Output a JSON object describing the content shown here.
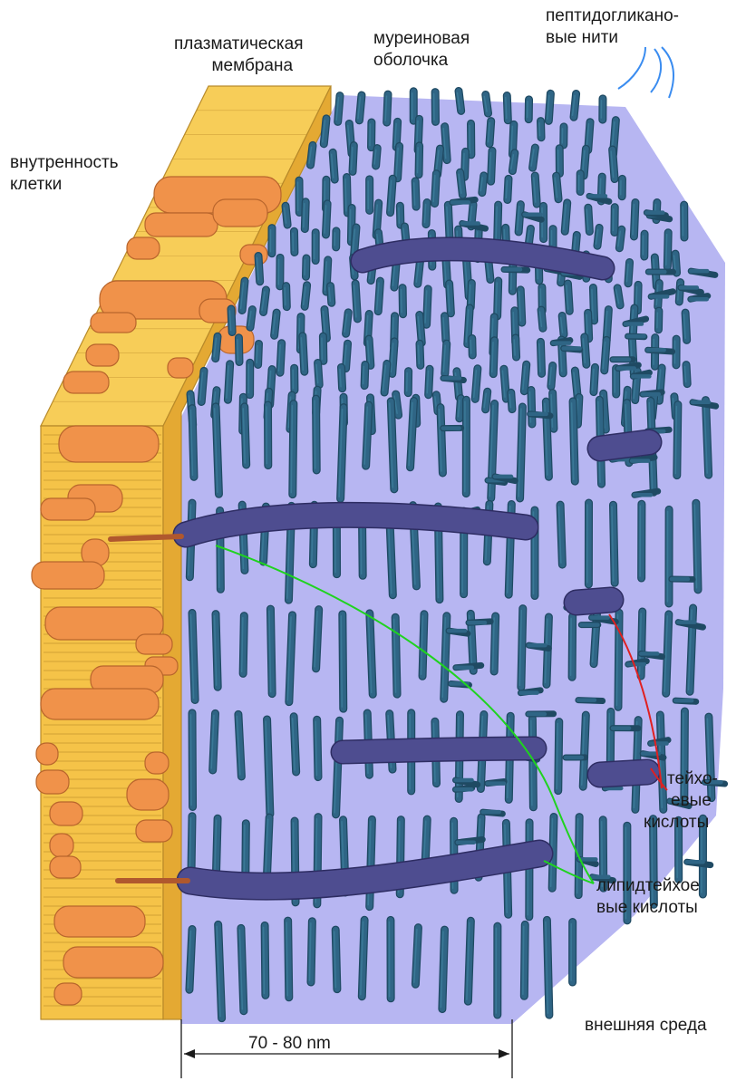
{
  "labels": {
    "inner": [
      "внутренность",
      "клетки"
    ],
    "membrane": [
      "плазматическая",
      "мембрана"
    ],
    "murein": [
      "муреиновая",
      "оболочка"
    ],
    "peptido": [
      "пептидогликано-",
      "вые нити"
    ],
    "teichoic": [
      "тейхо-",
      "евые",
      "кислоты"
    ],
    "lipoteichoic": [
      "липидтейхое",
      "вые кислоты"
    ],
    "outside": "внешняя среда",
    "scale": "70 - 80 nm"
  },
  "colors": {
    "membrane_face": "#f5c348",
    "membrane_side": "#e4a933",
    "membrane_lines": "#b88a2a",
    "protein": "#f0924a",
    "protein_stroke": "#b8652c",
    "wall": "#b7b6f2",
    "fiber": "#2f6585",
    "fiber_dark": "#1f4a63",
    "fiber_light": "#3d7f9c",
    "teichoic": "#4e4d90",
    "anchor": "#b0582e",
    "pointer_green": "#1fd31f",
    "pointer_red": "#e02020",
    "pointer_blue": "#3a8cf0"
  }
}
